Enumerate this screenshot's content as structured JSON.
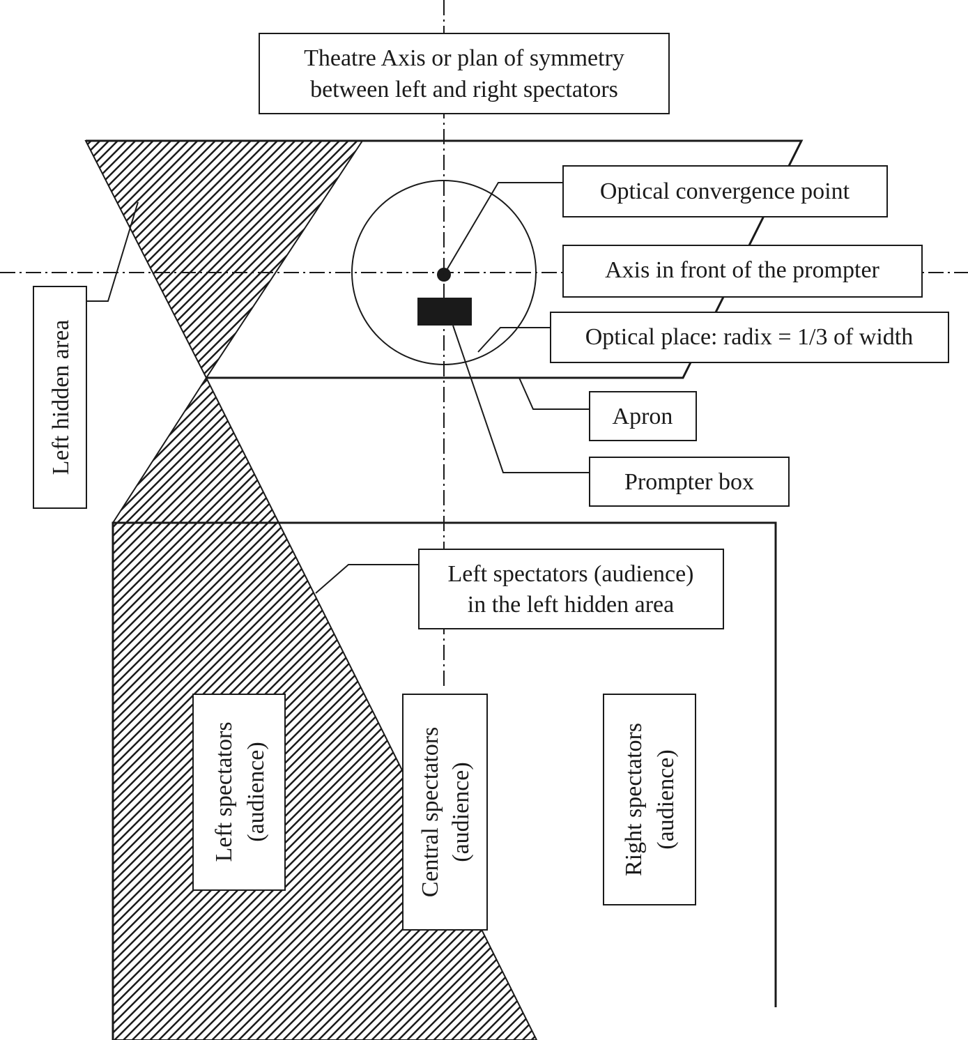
{
  "labels": {
    "theatre_axis": [
      "Theatre Axis or plan of symmetry",
      "between left and right spectators"
    ],
    "optical_convergence": "Optical convergence point",
    "axis_prompter": "Axis in front of the prompter",
    "optical_place": "Optical place: radix = 1/3 of width",
    "apron": "Apron",
    "prompter_box": "Prompter box",
    "left_hidden_area": "Left hidden area",
    "left_spectators_hidden": [
      "Left spectators (audience)",
      "in the left hidden area"
    ],
    "left_spectators": [
      "Left spectators",
      "(audience)"
    ],
    "central_spectators": [
      "Central spectators",
      "(audience)"
    ],
    "right_spectators": [
      "Right spectators",
      "(audience)"
    ]
  },
  "colors": {
    "ink": "#1a1a1a",
    "background": "#ffffff"
  }
}
